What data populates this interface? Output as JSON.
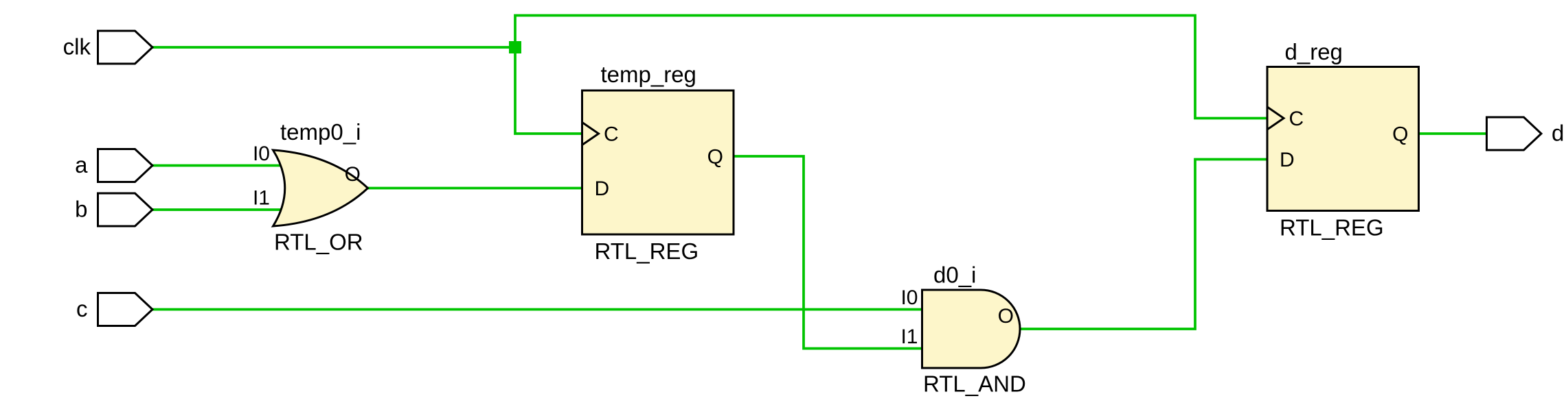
{
  "colors": {
    "background": "#ffffff",
    "wire": "#00c400",
    "component_fill": "#fdf6ca",
    "component_stroke": "#000000",
    "port_fill": "#ffffff",
    "text": "#000000"
  },
  "ports": {
    "clk": "clk",
    "a": "a",
    "b": "b",
    "c": "c",
    "d": "d"
  },
  "gates": {
    "or": {
      "instance": "temp0_i",
      "type": "RTL_OR",
      "pins": {
        "i0": "I0",
        "i1": "I1",
        "o": "O"
      }
    },
    "and": {
      "instance": "d0_i",
      "type": "RTL_AND",
      "pins": {
        "i0": "I0",
        "i1": "I1",
        "o": "O"
      }
    },
    "temp_reg": {
      "instance": "temp_reg",
      "type": "RTL_REG",
      "pins": {
        "c": "C",
        "d": "D",
        "q": "Q"
      }
    },
    "d_reg": {
      "instance": "d_reg",
      "type": "RTL_REG",
      "pins": {
        "c": "C",
        "d": "D",
        "q": "Q"
      }
    }
  }
}
